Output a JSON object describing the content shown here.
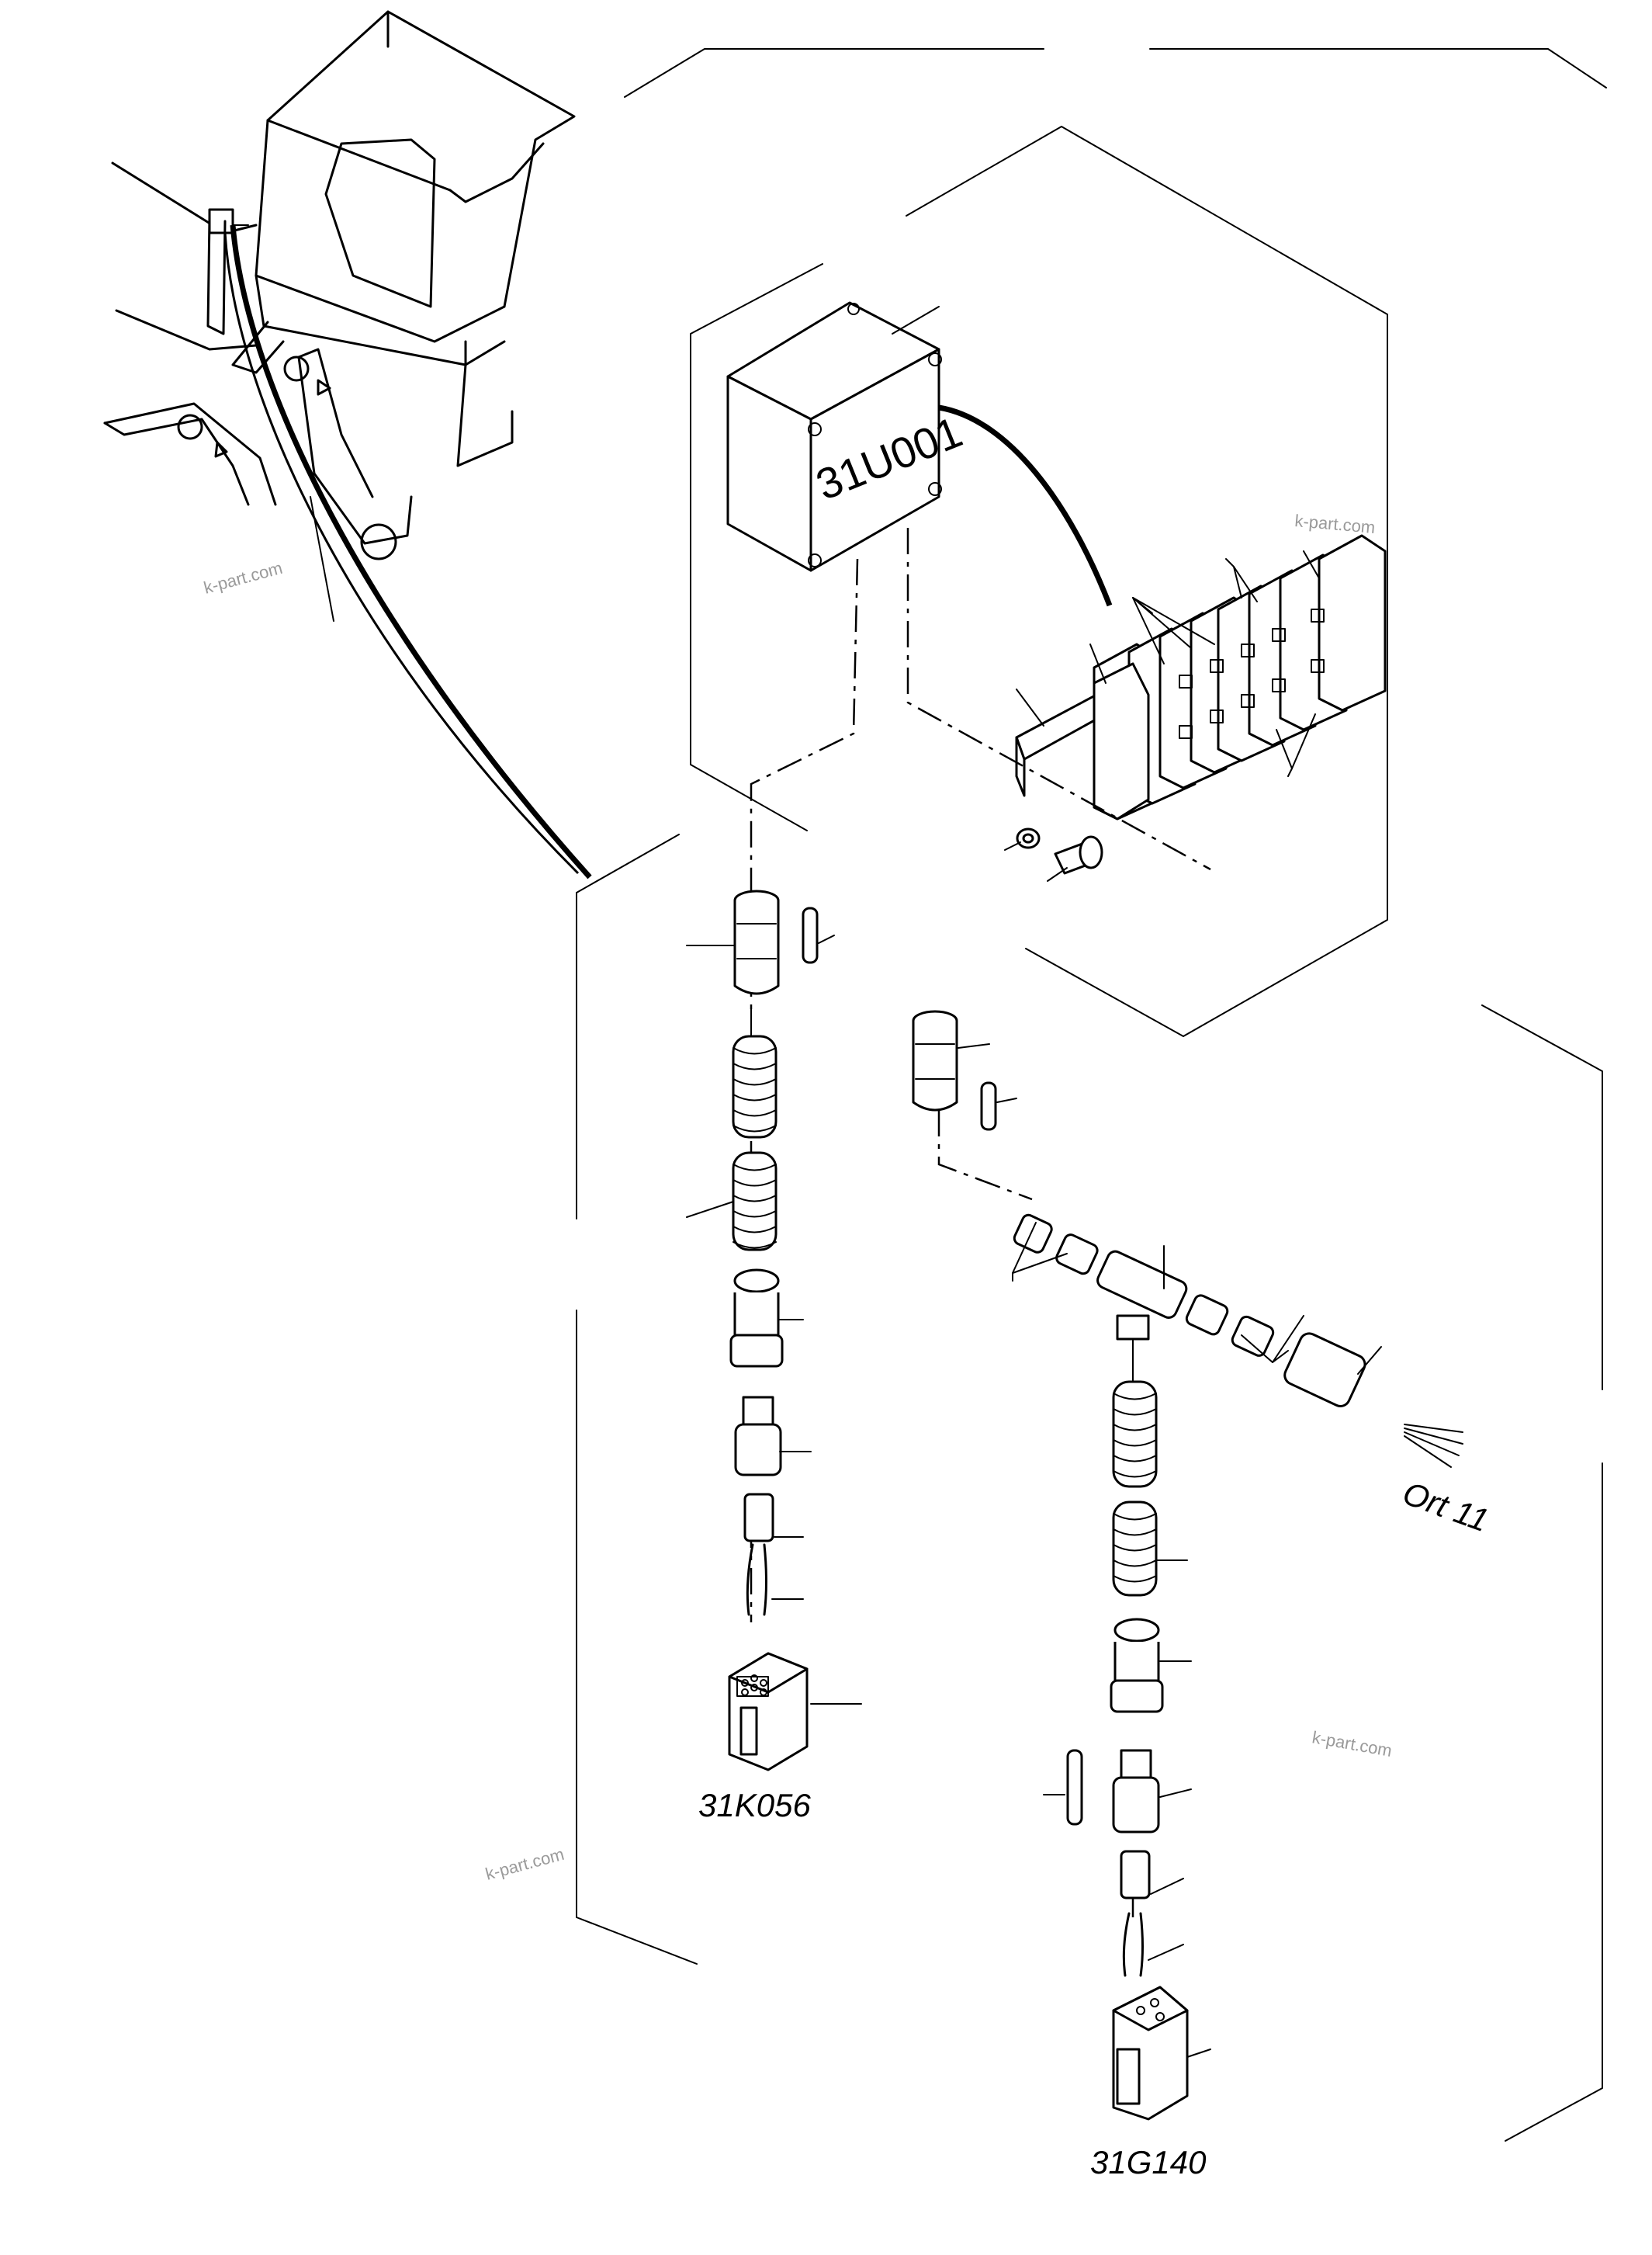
{
  "diagram": {
    "component_labels": {
      "box": "31U001",
      "connector_left": "31K056",
      "connector_right": "31G140",
      "cable_end": "Ort 11"
    },
    "watermark": "k-part.com"
  }
}
